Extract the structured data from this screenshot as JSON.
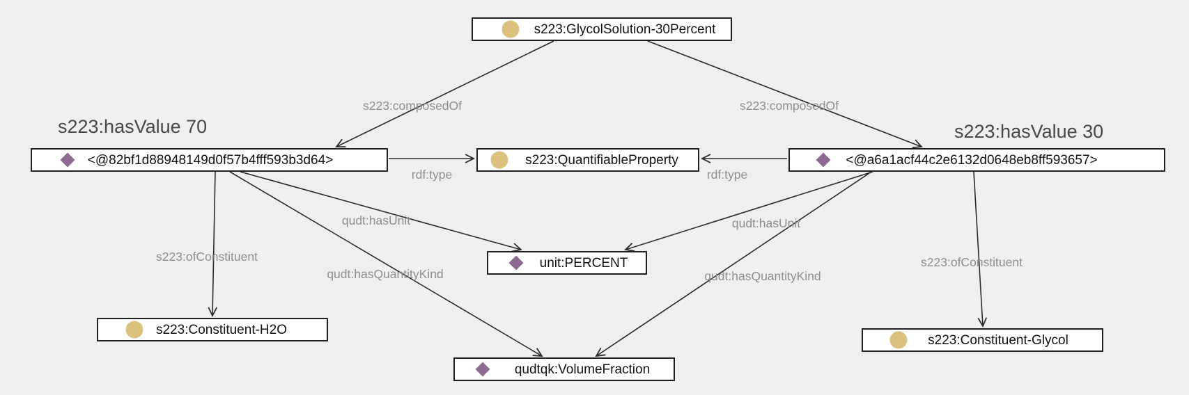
{
  "diagram": {
    "background_color": "#efefef",
    "colors": {
      "node_fill": "#ffffff",
      "node_border": "#1f1f1f",
      "instance_icon": "#d9c17d",
      "property_icon": "#8e6a93",
      "edge_label": "#8e8e8e",
      "edge_line": "#2b2b2b",
      "annotation_text": "#484848"
    },
    "nodes": {
      "glycol_solution": {
        "label": "s223:GlycolSolution-30Percent",
        "icon": "circle"
      },
      "prop_left": {
        "label": "<@82bf1d88948149d0f57b4fff593b3d64>",
        "icon": "diamond"
      },
      "quantifiable_property": {
        "label": "s223:QuantifiableProperty",
        "icon": "circle"
      },
      "prop_right": {
        "label": "<@a6a1acf44c2e6132d0648eb8ff593657>",
        "icon": "diamond"
      },
      "unit_percent": {
        "label": "unit:PERCENT",
        "icon": "diamond"
      },
      "volume_fraction": {
        "label": "qudtqk:VolumeFraction",
        "icon": "diamond"
      },
      "constituent_h2o": {
        "label": "s223:Constituent-H2O",
        "icon": "circle"
      },
      "constituent_glycol": {
        "label": "s223:Constituent-Glycol",
        "icon": "circle"
      }
    },
    "annotations": {
      "has_value_left": "s223:hasValue 70",
      "has_value_right": "s223:hasValue 30"
    },
    "edges": [
      {
        "from": "glycol_solution",
        "to": "prop_left",
        "label": "s223:composedOf"
      },
      {
        "from": "glycol_solution",
        "to": "prop_right",
        "label": "s223:composedOf"
      },
      {
        "from": "prop_left",
        "to": "quantifiable_property",
        "label": "rdf:type"
      },
      {
        "from": "prop_right",
        "to": "quantifiable_property",
        "label": "rdf:type"
      },
      {
        "from": "prop_left",
        "to": "unit_percent",
        "label": "qudt:hasUnit"
      },
      {
        "from": "prop_right",
        "to": "unit_percent",
        "label": "qudt:hasUnit"
      },
      {
        "from": "prop_left",
        "to": "volume_fraction",
        "label": "qudt:hasQuantityKind"
      },
      {
        "from": "prop_right",
        "to": "volume_fraction",
        "label": "qudt:hasQuantityKind"
      },
      {
        "from": "prop_left",
        "to": "constituent_h2o",
        "label": "s223:ofConstituent"
      },
      {
        "from": "prop_right",
        "to": "constituent_glycol",
        "label": "s223:ofConstituent"
      }
    ]
  }
}
